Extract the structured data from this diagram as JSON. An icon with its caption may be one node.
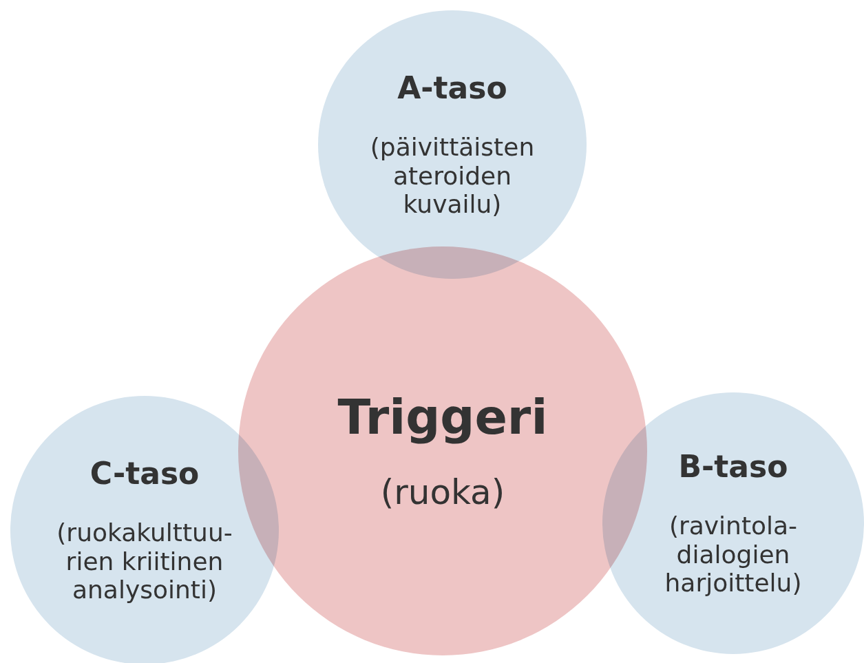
{
  "diagram": {
    "nodes": [
      {
        "text": [
          "A-taso",
          "(päivittäisten ateroiden kuvailu)"
        ]
      },
      {
        "text": [
          "Triggeri",
          "(ruoka)"
        ]
      },
      {
        "text": [
          "C-taso",
          "(ruokakulttuu- rien kriitinen analysointi)"
        ]
      },
      {
        "text": [
          "B-taso",
          "(ravintola- dialogien harjoittelu)"
        ]
      }
    ]
  }
}
